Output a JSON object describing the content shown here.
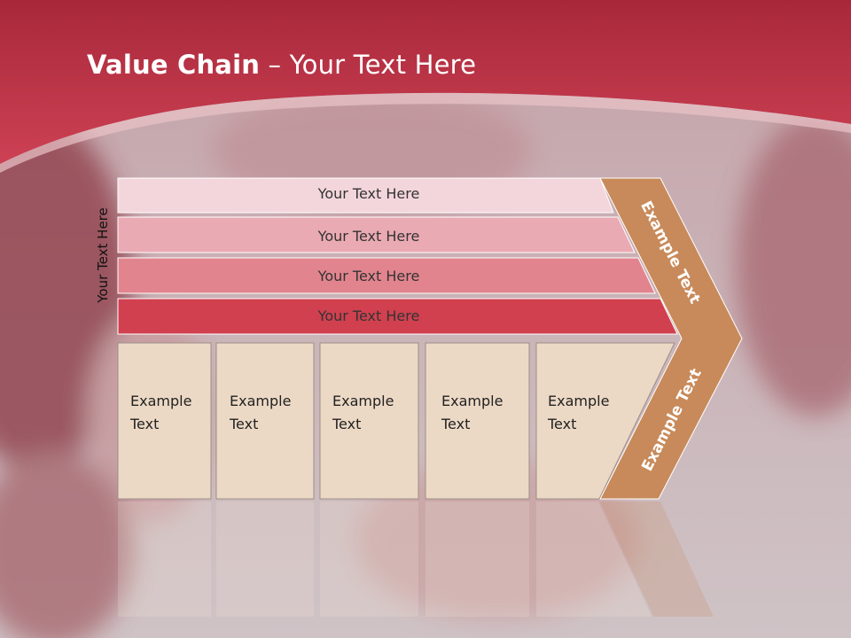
{
  "title": {
    "bold": "Value Chain",
    "rest": " – Your Text Here"
  },
  "side_label": "Your Text Here",
  "bars": [
    {
      "label": "Your Text Here",
      "color": "#f3d6db"
    },
    {
      "label": "Your Text Here",
      "color": "#eaaab3"
    },
    {
      "label": "Your Text Here",
      "color": "#e2848e"
    },
    {
      "label": "Your Text Here",
      "color": "#d1404f"
    }
  ],
  "boxes": [
    {
      "label": "Example\nText"
    },
    {
      "label": "Example\nText"
    },
    {
      "label": "Example\nText"
    },
    {
      "label": "Example\nText"
    },
    {
      "label": "Example\nText"
    }
  ],
  "chevron": {
    "upper_label": "Example Text",
    "lower_label": "Example Text",
    "color": "#c88a5a"
  },
  "colors": {
    "header": "#c23448",
    "box_fill": "#ecd9c5",
    "background": "#cdbfc4"
  }
}
